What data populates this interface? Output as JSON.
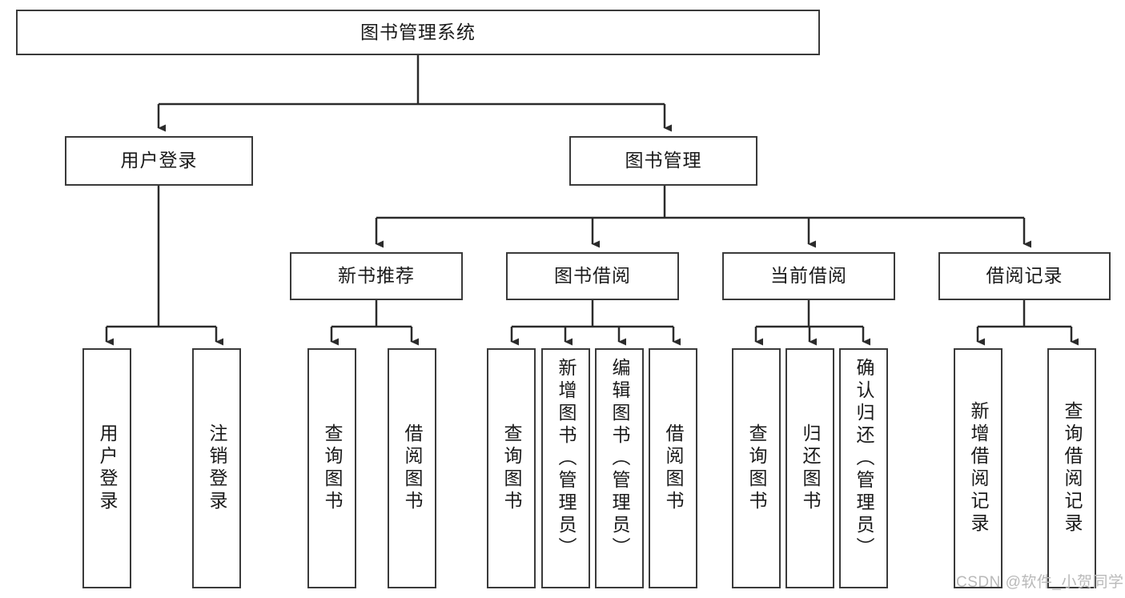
{
  "diagram": {
    "type": "tree-hierarchy",
    "title": "图书管理系统",
    "watermark": "CSDN @软件_小贺同学",
    "colors": {
      "box_border": "#3a3a3a",
      "box_fill": "#ffffff",
      "line": "#2b2b2b",
      "text": "#1a1a1a",
      "watermark": "#b9b9b9"
    },
    "nodes": {
      "root": {
        "label": "图书管理系统",
        "level": 1,
        "orientation": "horizontal"
      },
      "l2": [
        {
          "id": "user-login",
          "label": "用户登录",
          "orientation": "horizontal"
        },
        {
          "id": "book-manage",
          "label": "图书管理",
          "orientation": "horizontal"
        }
      ],
      "l3": [
        {
          "id": "new-book-rec",
          "label": "新书推荐",
          "orientation": "horizontal"
        },
        {
          "id": "book-borrow",
          "label": "图书借阅",
          "orientation": "horizontal"
        },
        {
          "id": "current-borrow",
          "label": "当前借阅",
          "orientation": "horizontal"
        },
        {
          "id": "borrow-record",
          "label": "借阅记录",
          "orientation": "horizontal"
        }
      ],
      "leaves": {
        "user-login": [
          {
            "id": "leaf-user-login",
            "label": "用户登录",
            "orientation": "vertical"
          },
          {
            "id": "leaf-logout-login",
            "label": "注销登录",
            "orientation": "vertical"
          }
        ],
        "new-book-rec": [
          {
            "id": "leaf-query-book-1",
            "label": "查询图书",
            "orientation": "vertical"
          },
          {
            "id": "leaf-borrow-book-1",
            "label": "借阅图书",
            "orientation": "vertical"
          }
        ],
        "book-borrow": [
          {
            "id": "leaf-query-book-2",
            "label": "查询图书",
            "orientation": "vertical"
          },
          {
            "id": "leaf-add-book",
            "label": "新增图书（管理员）",
            "orientation": "vertical"
          },
          {
            "id": "leaf-edit-book",
            "label": "编辑图书（管理员）",
            "orientation": "vertical"
          },
          {
            "id": "leaf-borrow-book-2",
            "label": "借阅图书",
            "orientation": "vertical"
          }
        ],
        "current-borrow": [
          {
            "id": "leaf-query-book-3",
            "label": "查询图书",
            "orientation": "vertical"
          },
          {
            "id": "leaf-return-book",
            "label": "归还图书",
            "orientation": "vertical"
          },
          {
            "id": "leaf-confirm-return",
            "label": "确认归还（管理员）",
            "orientation": "vertical"
          }
        ],
        "borrow-record": [
          {
            "id": "leaf-add-record",
            "label": "新增借阅记录",
            "orientation": "vertical"
          },
          {
            "id": "leaf-query-record",
            "label": "查询借阅记录",
            "orientation": "vertical"
          }
        ]
      }
    }
  }
}
